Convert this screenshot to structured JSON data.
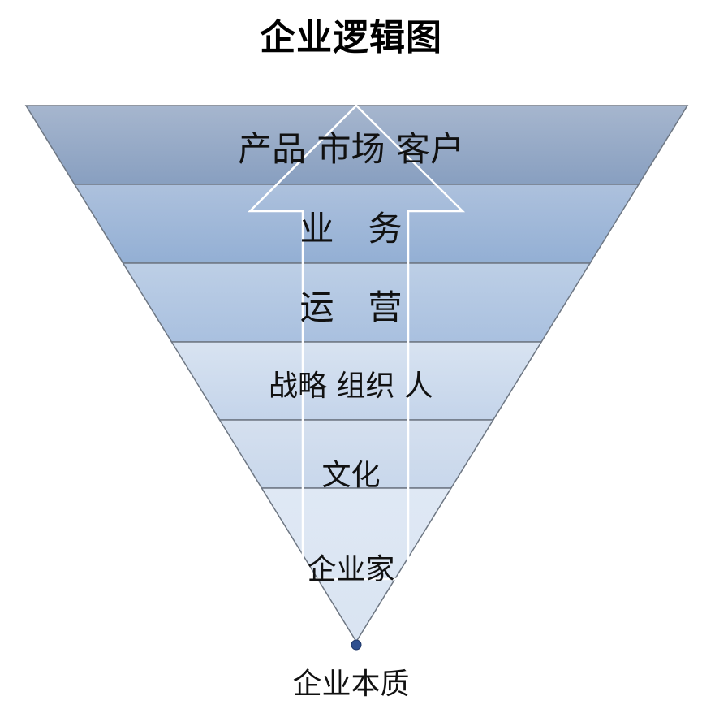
{
  "title": "企业逻辑图",
  "layers": [
    {
      "label": "产品 市场 客户",
      "color_top": "#a6b6ce",
      "color_bottom": "#889fc0"
    },
    {
      "label": "业　务",
      "color_top": "#adc1dd",
      "color_bottom": "#93afd4"
    },
    {
      "label": "运　营",
      "color_top": "#bdcfe6",
      "color_bottom": "#a9c0df"
    },
    {
      "label": "战略 组织 人",
      "color_top": "#d8e3f1",
      "color_bottom": "#c4d4ea"
    },
    {
      "label": "文化",
      "color_top": "#d5e0ef",
      "color_bottom": "#c8d7eb"
    },
    {
      "label": "企业家",
      "color_top": "#dfe8f4",
      "color_bottom": "#d9e4f2"
    }
  ],
  "apex_label": "企业本质",
  "colors": {
    "outline": "#6e7783",
    "arrow": "#ffffff",
    "apex_dot": "#2e4f8f"
  }
}
